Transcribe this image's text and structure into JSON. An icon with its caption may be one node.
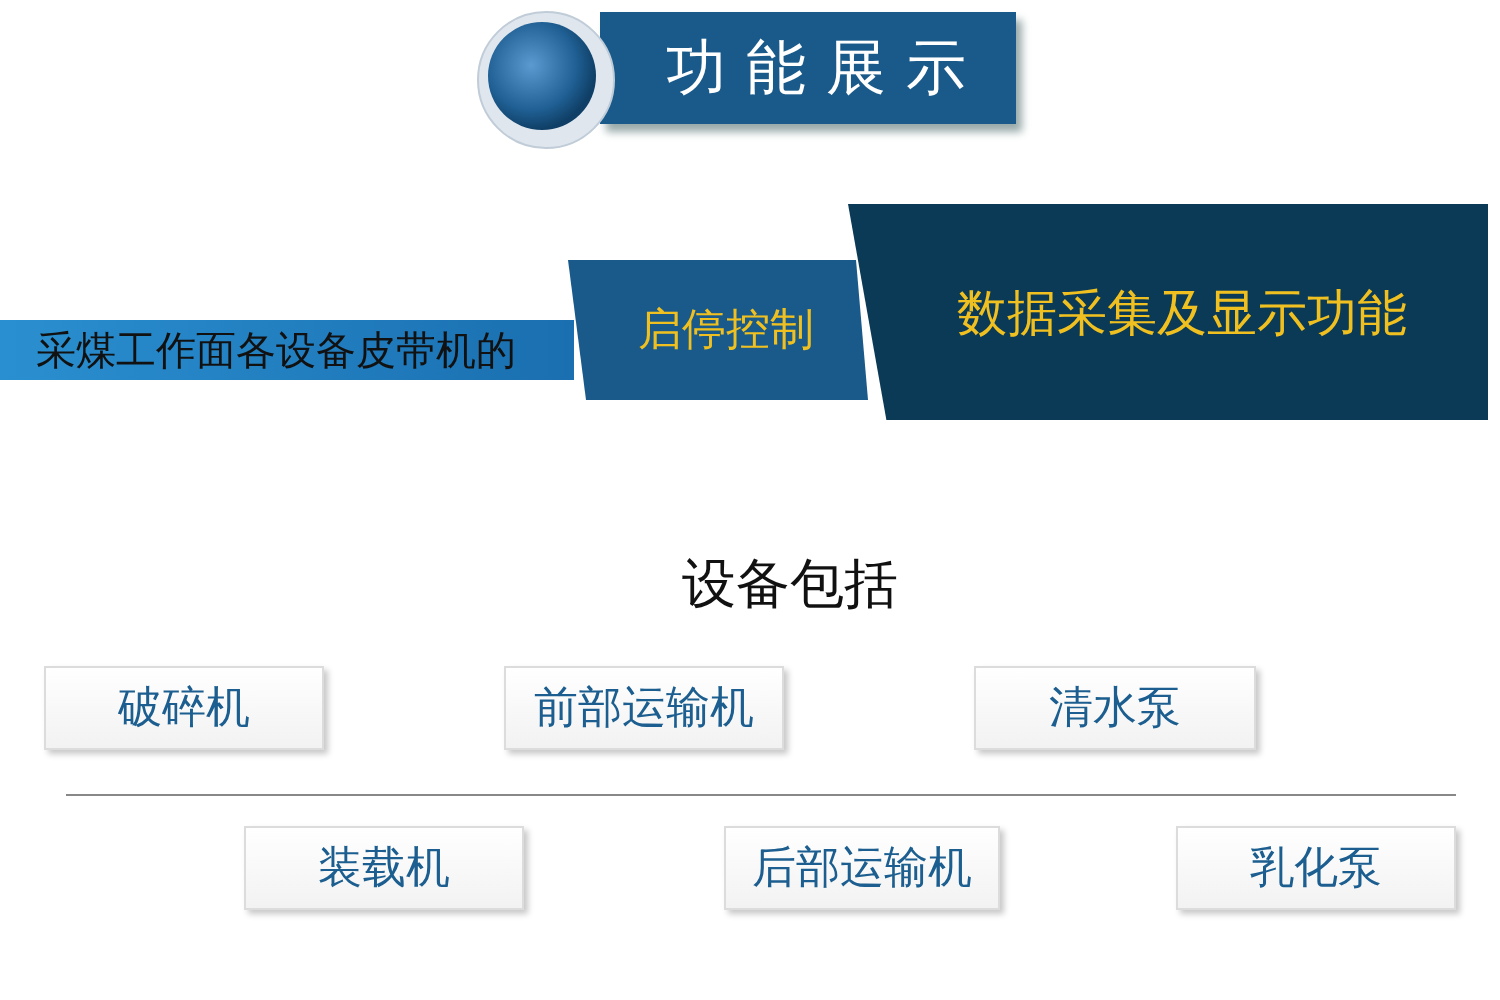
{
  "diagram": {
    "title": "功能展示",
    "nodes": [
      {
        "text": [
          "采煤工作面各设备皮带机的"
        ]
      },
      {
        "text": [
          "启停控制"
        ]
      },
      {
        "text": [
          "数据采集及显示功能"
        ]
      },
      {
        "text": [
          "破碎机"
        ]
      },
      {
        "text": [
          "前部运输机"
        ]
      },
      {
        "text": [
          "清水泵"
        ]
      },
      {
        "text": [
          "装载机"
        ]
      },
      {
        "text": [
          "后部运输机"
        ]
      },
      {
        "text": [
          "乳化泵"
        ]
      }
    ],
    "labels": [
      "设备包括"
    ]
  }
}
